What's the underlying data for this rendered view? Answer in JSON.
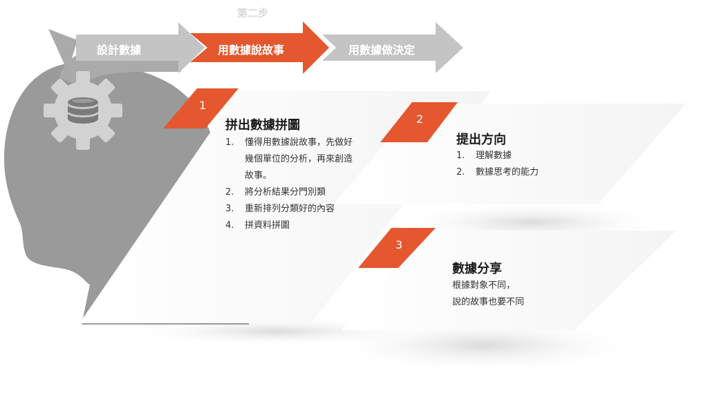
{
  "flow": {
    "step_label": "第二步",
    "arrows": [
      {
        "label": "設計數據"
      },
      {
        "label": "用數據說故事"
      },
      {
        "label": "用數據做決定"
      }
    ]
  },
  "colors": {
    "accent": "#e5572f",
    "arrow_gray": "#c4c4c4",
    "head_gray": "#9a9a9a",
    "gear_gray": "#d2d2d2"
  },
  "icons": [
    "head-silhouette-icon",
    "gear-icon",
    "database-icon"
  ],
  "cards": [
    {
      "number": "1",
      "title": "拼出數據拼圖",
      "items": [
        {
          "idx": "1.",
          "lines": [
            "懂得用數據說故事，先做好",
            "幾個單位的分析，再來創造",
            "故事。"
          ]
        },
        {
          "idx": "2.",
          "lines": [
            "將分析結果分門別類"
          ]
        },
        {
          "idx": "3.",
          "lines": [
            "重新排列分類好的內容"
          ]
        },
        {
          "idx": "4.",
          "lines": [
            "拼資料拼圖"
          ]
        }
      ]
    },
    {
      "number": "2",
      "title": "提出方向",
      "items": [
        {
          "idx": "1.",
          "lines": [
            "理解數據"
          ]
        },
        {
          "idx": "2.",
          "lines": [
            "數據思考的能力"
          ]
        }
      ]
    },
    {
      "number": "3",
      "title": "數據分享",
      "desc_lines": [
        "根據對象不同，",
        "說的故事也要不同"
      ]
    }
  ]
}
